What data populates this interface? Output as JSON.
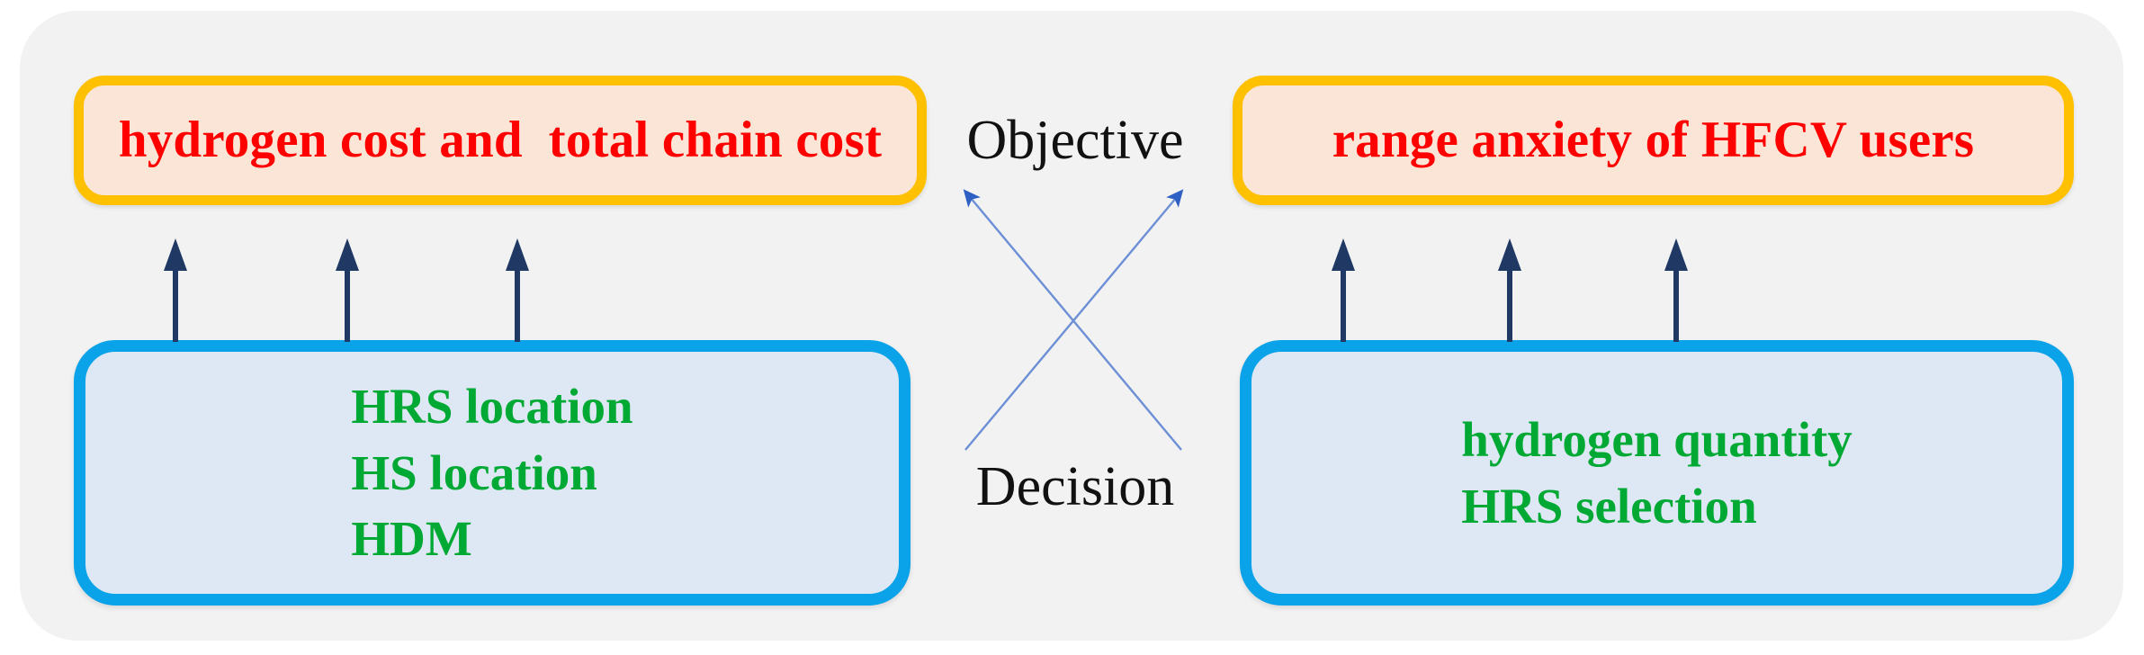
{
  "diagram": {
    "title": "Bi-level objective and decision structure",
    "panel": {
      "background_color": "#F2F2F2"
    },
    "objectives": [
      {
        "id": "objective-left",
        "text": "hydrogen cost and  total chain cost",
        "text_color": "#FF0000",
        "border_color": "#FFC000",
        "fill_color": "#FBE5D6"
      },
      {
        "id": "objective-right",
        "text": "range anxiety of HFCV users",
        "text_color": "#FF0000",
        "border_color": "#FFC000",
        "fill_color": "#FBE5D6"
      }
    ],
    "decisions": [
      {
        "id": "decision-left",
        "lines": [
          "HRS location",
          "HS location",
          "HDM"
        ],
        "text_color": "#00A933",
        "border_color": "#0AA2E8",
        "fill_color": "#DDE8F4"
      },
      {
        "id": "decision-right",
        "lines": [
          "hydrogen quantity",
          "HRS selection"
        ],
        "text_color": "#00A933",
        "border_color": "#0AA2E8",
        "fill_color": "#DDE8F4"
      }
    ],
    "center_labels": {
      "objective": "Objective",
      "decision": "Decision",
      "text_color": "#111111"
    },
    "arrows": {
      "vertical_color": "#1F3864",
      "vertical_count_left": 3,
      "vertical_count_right": 3,
      "cross_color": "#4472C4",
      "cross_arrow_head_color": "#2E5FC3",
      "cross_count": 2,
      "cross_description": "two thin blue arrows crossing in an X, both pointing upward"
    }
  }
}
